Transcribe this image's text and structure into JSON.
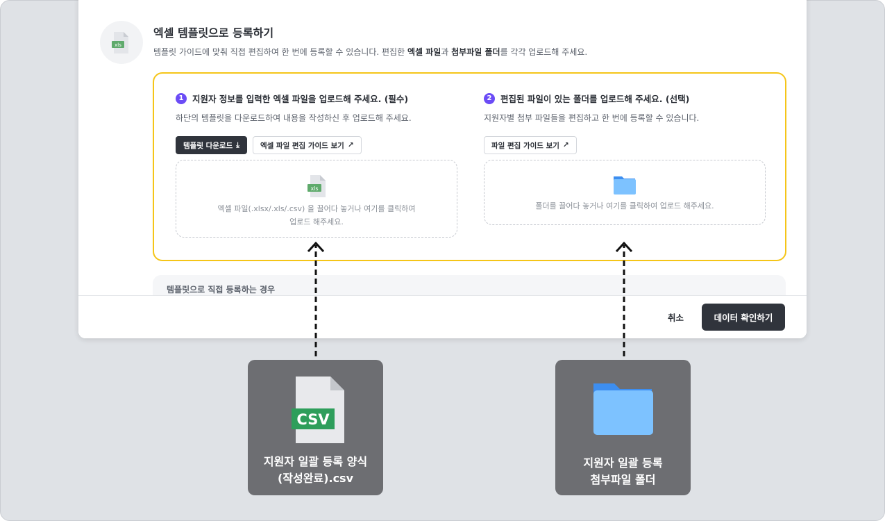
{
  "header": {
    "title": "엑셀 템플릿으로 등록하기",
    "desc_1": "템플릿 가이드에 맞춰 직접 편집하여 한 번에 등록할 수 있습니다. 편집한 ",
    "desc_b1": "엑셀 파일",
    "desc_2": "과 ",
    "desc_b2": "첨부파일 폴더",
    "desc_3": "를 각각 업로드해 주세요.",
    "icon_label": "xls"
  },
  "step1": {
    "num": "1",
    "title": "지원자 정보를 입력한 엑셀 파일을 업로드해 주세요. (필수)",
    "sub": "하단의 템플릿을 다운로드하여 내용을 작성하신 후 업로드해 주세요.",
    "download": "템플릿 다운로드",
    "guide": "엑셀 파일 편집 가이드 보기",
    "drop_1": "엑셀 파일(.xlsx/.xls/.csv) 을 끌어다 놓거나 여기를 클릭하여",
    "drop_2": "업로드 해주세요.",
    "icon_label": "xls"
  },
  "step2": {
    "num": "2",
    "title": "편집된 파일이 있는 폴더를 업로드해 주세요. (선택)",
    "sub": "지원자별 첨부 파일들을 편집하고 한 번에 등록할 수 있습니다.",
    "guide": "파일 편집 가이드 보기",
    "drop": "폴더를 끌어다 놓거나 여기를 클릭하여 업로드 해주세요."
  },
  "info": "템플릿으로 직접 등록하는 경우",
  "footer": {
    "cancel": "취소",
    "confirm": "데이터 확인하기"
  },
  "cards": [
    {
      "badge": "CSV",
      "line1": "지원자 일괄 등록 양식",
      "line2": "(작성완료).csv"
    },
    {
      "line1": "지원자 일괄 등록",
      "line2": "첨부파일 폴더"
    }
  ]
}
